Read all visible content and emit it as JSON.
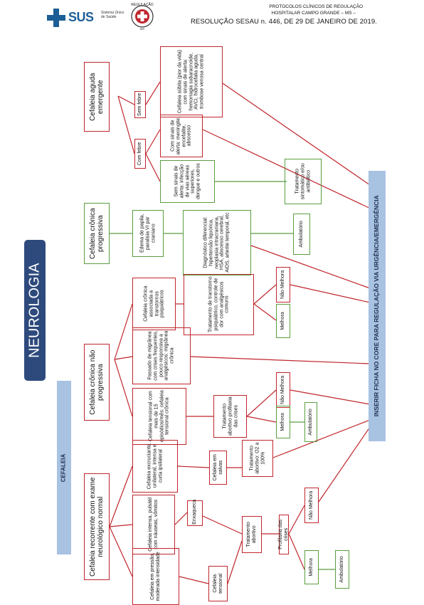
{
  "header": {
    "logo_sus": {
      "text": "SUS",
      "subtitle": "Sistema Único de Saúde"
    },
    "seal_text_top": "REGULAÇÃO",
    "seal_text_bottom": "MS",
    "line1": "PROTOCOLOS CLÍNICOS DE REGULAÇÃO",
    "line2": "HOSPITALAR CAMPO GRANDE – MS –",
    "line3": "RESOLUÇÃO SESAU n. 446, DE 29 DE JANEIRO DE 2019."
  },
  "colors": {
    "red": "#c0262d",
    "green": "#5a9e40",
    "blue_bar": "#a8c2e2",
    "title_box": "#2e4a7d"
  },
  "diagram": {
    "title": "NEUROLOGIA",
    "section": "CEFALEIA",
    "footer_bar": "INSERIR FICHA NO CORE PARA REGULAÇÃO VIA URGÊNCIA/EMERGÊNCIA",
    "nodes": {
      "aguda": "Cefaleia aguda emergente",
      "sem_febre": "Sem febre",
      "com_febre": "Com febre",
      "subita": "Cefaleia súbita (pior da vida) com sinais de alerta: hemorragia subaracnoide, AVCi, hidrocefalia aguda, trombose venosa central",
      "meningite": "Com sinais de alerta: meningite, encefalite, abscesso",
      "sem_sinais": "Sem sinais de alerta: infecção de vias aéreas superiores, dengue e outros",
      "trat_sintomatico": "Tratamento sintomático e/ou antibiótico",
      "cronica_prog": "Cefaleia crônica progressiva",
      "edema": "Edema de papila, paralisia VI par craniano",
      "diag_dif": "Diagnóstico diferencial: hipertensão liquórica, neoplasia intracraniana, HSA, abscesso cerebral, AIDS, arterite temporal, etc",
      "ambulatorio_a": "Ambulatório",
      "nao_prog": "Cefaleia crônica não progressiva",
      "transt_psiq": "Cefaleia crônica associada a transtornos psiquiátricos",
      "trat_psiq": "Tratamento de transtorno psiquiátrico, controle de dor com analgésicos comuns",
      "nao_melhora_a": "Não Melhora",
      "melhora_a": "Melhora",
      "passado_migranea": "Passado de migrânea com crises frequentes, pouco responsiva a analgésicos: migrânea crônica",
      "tensional_cronica": "Cefaleia tensional com mais de 15 episódios/mês: cefaleia tensional crônica",
      "trat_abortivo_prof": "Tratamento abortivo profilaxia das crises",
      "nao_melhora_b": "Não Melhora",
      "melhora_b": "Melhora",
      "ambulatorio_b": "Ambulatório",
      "recorrente": "Cefaleia recorrente com exame neurológico normal",
      "excruciante": "Cefaleia excruciante, unilateral, intensa e curta ipsilateral",
      "em_salvas": "Cefaleia em salvas",
      "abortivo_o2": "Tratamento abortivo: O2 a 100%",
      "intensa": "Cefaleia intensa, pulsátil com náuseas, vômitos",
      "enxaqueca": "Enxaqueca",
      "em_pressao": "Cefaleia em pressão, moderada intensidade",
      "tensional": "Cefaleia tensional",
      "trat_abortivo": "Tratamento abortivo",
      "profilaxia": "Profilaxia das crises",
      "nao_melhora_c": "Não Melhora",
      "melhora_c": "Melhora",
      "ambulatorio_c": "Ambulatório"
    }
  }
}
